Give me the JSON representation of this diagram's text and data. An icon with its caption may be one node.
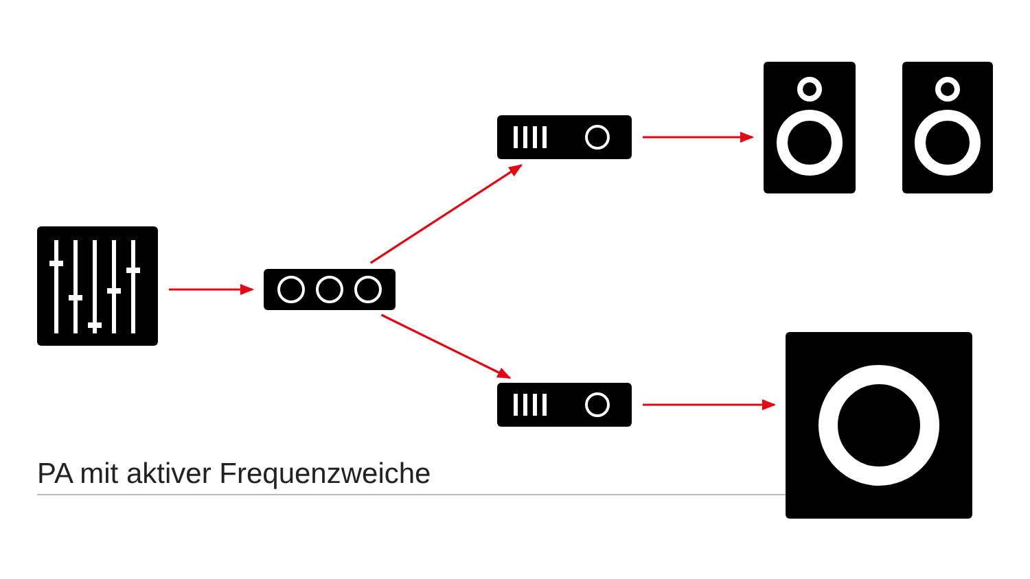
{
  "diagram": {
    "caption": "PA mit aktiver Frequenzweiche",
    "nodes": [
      {
        "text": [],
        "shape": "picture"
      },
      {
        "text": [],
        "shape": "picture"
      },
      {
        "text": [],
        "shape": "picture"
      },
      {
        "text": [],
        "shape": "picture"
      },
      {
        "text": [],
        "shape": "picture"
      },
      {
        "text": [],
        "shape": "picture"
      },
      {
        "text": [],
        "shape": "picture"
      }
    ],
    "edges": [
      {
        "from": 0,
        "to": 1,
        "arrow": "to"
      },
      {
        "from": 1,
        "to": 2,
        "arrow": "to"
      },
      {
        "from": 1,
        "to": 3,
        "arrow": "to"
      },
      {
        "from": 2,
        "to": 4,
        "arrow": "to"
      },
      {
        "from": 3,
        "to": 6,
        "arrow": "to"
      }
    ]
  }
}
